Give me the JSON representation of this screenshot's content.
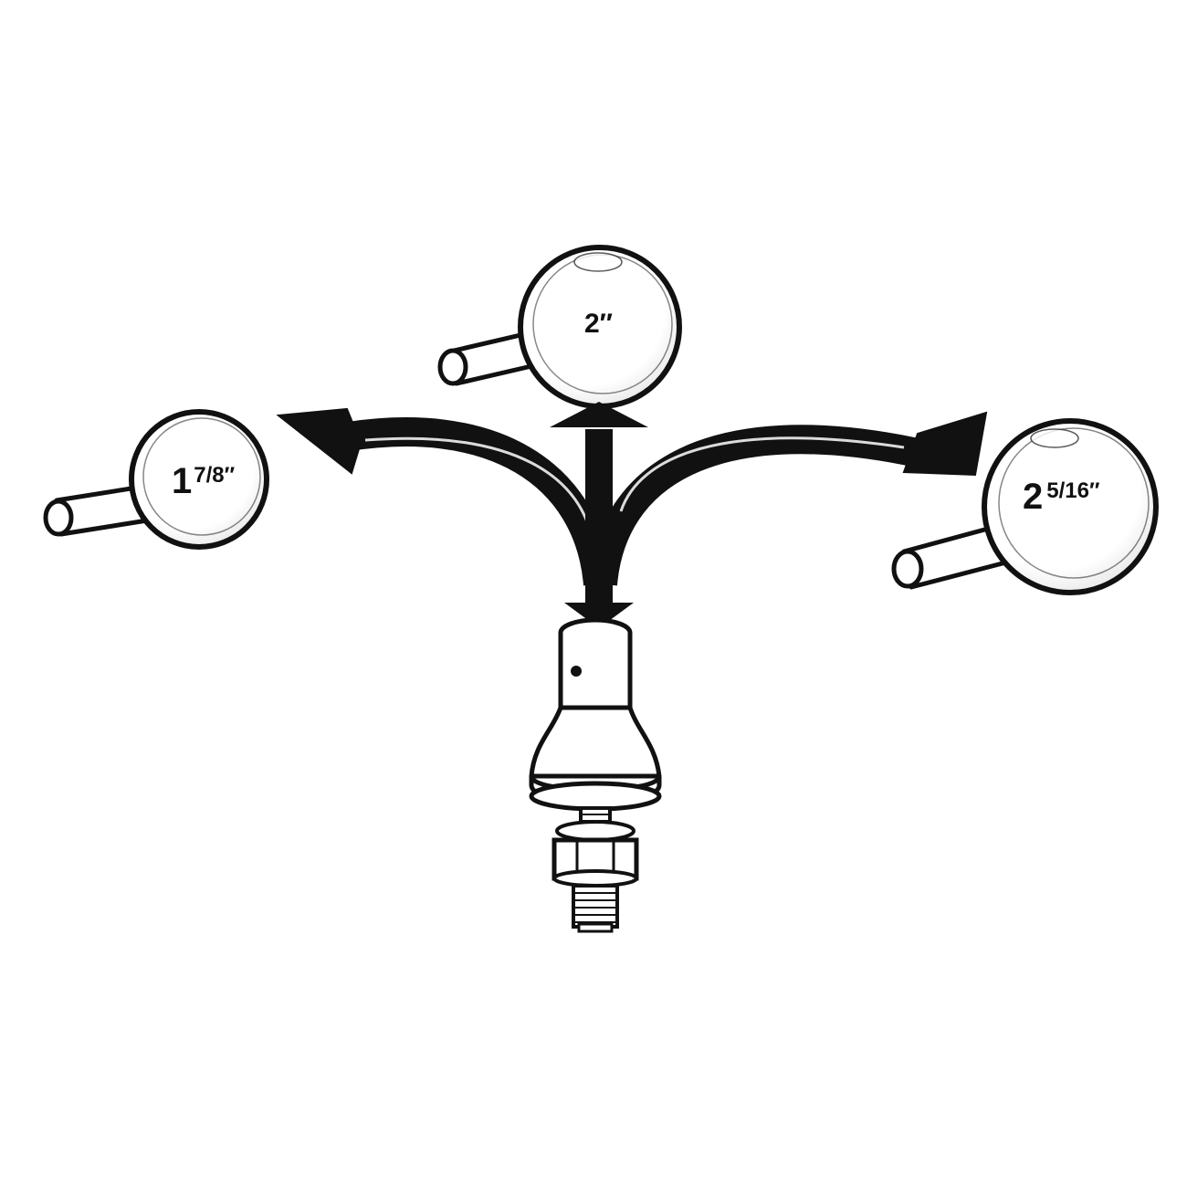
{
  "balls": {
    "left": {
      "whole": "1",
      "fraction": "7/8″"
    },
    "center": {
      "label": "2″"
    },
    "right": {
      "whole": "2",
      "fraction": "5/16″"
    }
  },
  "colors": {
    "ink": "#111111",
    "paper": "#ffffff"
  },
  "icons": {
    "arrows": "three-way-curved-arrow-icon",
    "shank": "hitch-ball-shank-icon"
  }
}
